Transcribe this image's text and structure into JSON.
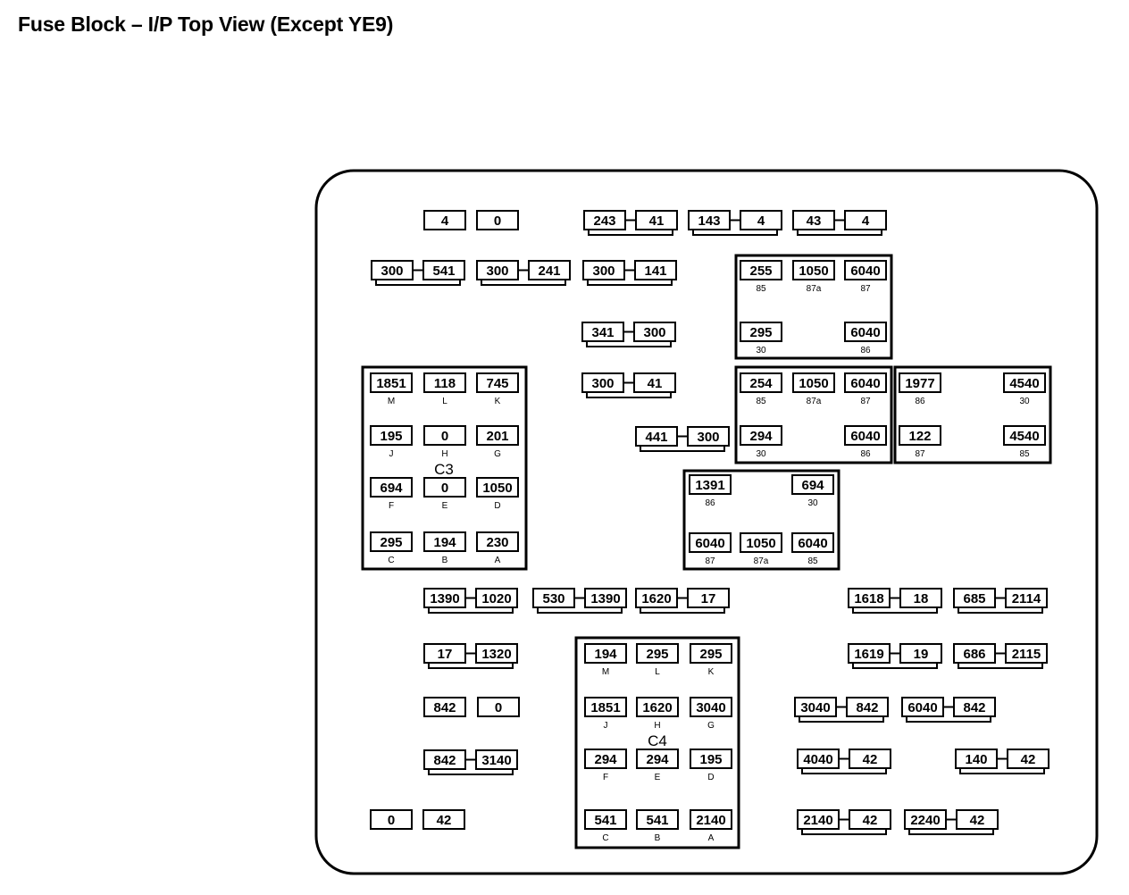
{
  "title": "Fuse Block – I/P Top View (Except YE9)",
  "connectors": [
    {
      "name": "C3",
      "cells": [
        {
          "value": "1851",
          "pin": "M"
        },
        {
          "value": "118",
          "pin": "L"
        },
        {
          "value": "745",
          "pin": "K"
        },
        {
          "value": "195",
          "pin": "J"
        },
        {
          "value": "0",
          "pin": "H"
        },
        {
          "value": "201",
          "pin": "G"
        },
        {
          "value": "694",
          "pin": "F"
        },
        {
          "value": "0",
          "pin": "E"
        },
        {
          "value": "1050",
          "pin": "D"
        },
        {
          "value": "295",
          "pin": "C"
        },
        {
          "value": "194",
          "pin": "B"
        },
        {
          "value": "230",
          "pin": "A"
        }
      ]
    },
    {
      "name": "C4",
      "cells": [
        {
          "value": "194",
          "pin": "M"
        },
        {
          "value": "295",
          "pin": "L"
        },
        {
          "value": "295",
          "pin": "K"
        },
        {
          "value": "1851",
          "pin": "J"
        },
        {
          "value": "1620",
          "pin": "H"
        },
        {
          "value": "3040",
          "pin": "G"
        },
        {
          "value": "294",
          "pin": "F"
        },
        {
          "value": "294",
          "pin": "E"
        },
        {
          "value": "195",
          "pin": "D"
        },
        {
          "value": "541",
          "pin": "C"
        },
        {
          "value": "541",
          "pin": "B"
        },
        {
          "value": "2140",
          "pin": "A"
        }
      ]
    }
  ],
  "relays": [
    {
      "id": "relay-1",
      "cells": [
        {
          "value": "255",
          "pin": "85"
        },
        {
          "value": "1050",
          "pin": "87a"
        },
        {
          "value": "6040",
          "pin": "87"
        },
        {
          "value": "295",
          "pin": "30"
        },
        {
          "value": "6040",
          "pin": "86"
        }
      ]
    },
    {
      "id": "relay-2",
      "cells": [
        {
          "value": "254",
          "pin": "85"
        },
        {
          "value": "1050",
          "pin": "87a"
        },
        {
          "value": "6040",
          "pin": "87"
        },
        {
          "value": "294",
          "pin": "30"
        },
        {
          "value": "6040",
          "pin": "86"
        }
      ]
    },
    {
      "id": "relay-3",
      "cells": [
        {
          "value": "1977",
          "pin": "86"
        },
        {
          "value": "4540",
          "pin": "30"
        },
        {
          "value": "122",
          "pin": "87"
        },
        {
          "value": "4540",
          "pin": "85"
        }
      ]
    },
    {
      "id": "relay-4",
      "cells": [
        {
          "value": "1391",
          "pin": "86"
        },
        {
          "value": "694",
          "pin": "30"
        },
        {
          "value": "6040",
          "pin": "87"
        },
        {
          "value": "1050",
          "pin": "87a"
        },
        {
          "value": "6040",
          "pin": "85"
        }
      ]
    }
  ],
  "pairs": [
    [
      "243",
      "41"
    ],
    [
      "143",
      "4"
    ],
    [
      "43",
      "4"
    ],
    [
      "300",
      "541"
    ],
    [
      "300",
      "241"
    ],
    [
      "300",
      "141"
    ],
    [
      "341",
      "300"
    ],
    [
      "300",
      "41"
    ],
    [
      "441",
      "300"
    ],
    [
      "1390",
      "1020"
    ],
    [
      "530",
      "1390"
    ],
    [
      "1620",
      "17"
    ],
    [
      "1618",
      "18"
    ],
    [
      "685",
      "2114"
    ],
    [
      "17",
      "1320"
    ],
    [
      "1619",
      "19"
    ],
    [
      "686",
      "2115"
    ],
    [
      "3040",
      "842"
    ],
    [
      "6040",
      "842"
    ],
    [
      "842",
      "3140"
    ],
    [
      "4040",
      "42"
    ],
    [
      "140",
      "42"
    ],
    [
      "2140",
      "42"
    ],
    [
      "2240",
      "42"
    ]
  ],
  "singles": [
    "4",
    "0",
    "842",
    "0",
    "0",
    "42"
  ]
}
